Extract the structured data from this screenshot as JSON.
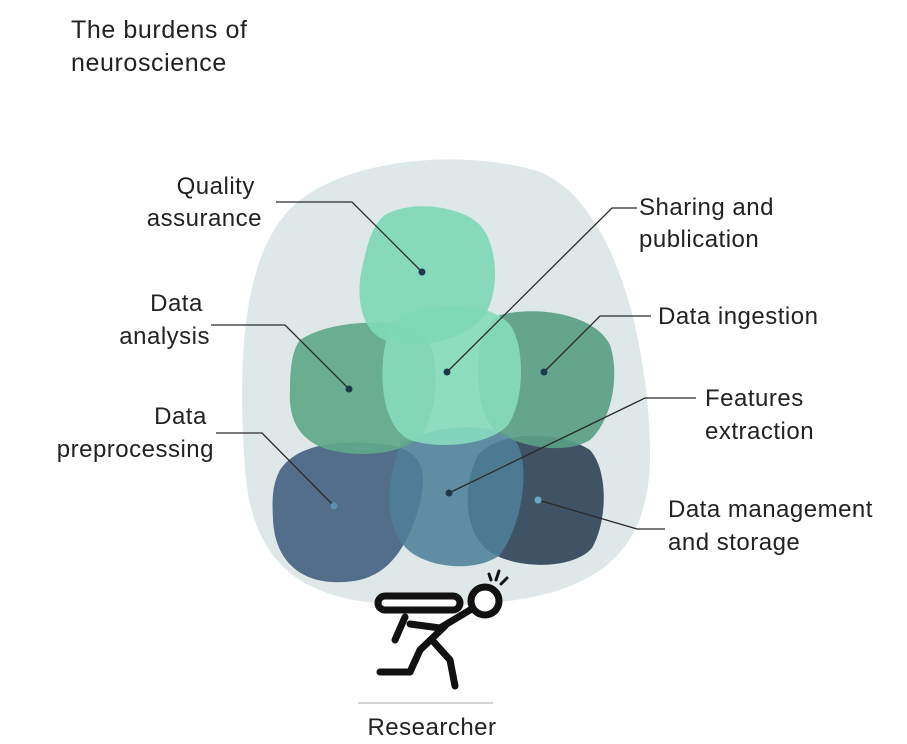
{
  "title": [
    "The burdens of",
    "neuroscience"
  ],
  "researcher": "Researcher",
  "burdens": [
    {
      "id": "quality-assurance",
      "lines": [
        "Quality",
        "assurance"
      ],
      "color": "#7ed8b6"
    },
    {
      "id": "sharing-publication",
      "lines": [
        "Sharing and",
        "publication"
      ],
      "color": "#86dbbd"
    },
    {
      "id": "data-analysis",
      "lines": [
        "Data",
        "analysis"
      ],
      "color": "#5fa88a"
    },
    {
      "id": "data-ingestion",
      "lines": [
        "Data ingestion"
      ],
      "color": "#5a9e84"
    },
    {
      "id": "data-preprocessing",
      "lines": [
        "Data",
        "preprocessing"
      ],
      "color": "#4b6785"
    },
    {
      "id": "features-extraction",
      "lines": [
        "Features",
        "extraction"
      ],
      "color": "#4f7f98"
    },
    {
      "id": "data-management-storage",
      "lines": [
        "Data management",
        "and storage"
      ],
      "color": "#364b5e"
    }
  ],
  "colors": {
    "backdrop": "#dfe8e8",
    "text": "#222222",
    "figure": "#111111"
  }
}
